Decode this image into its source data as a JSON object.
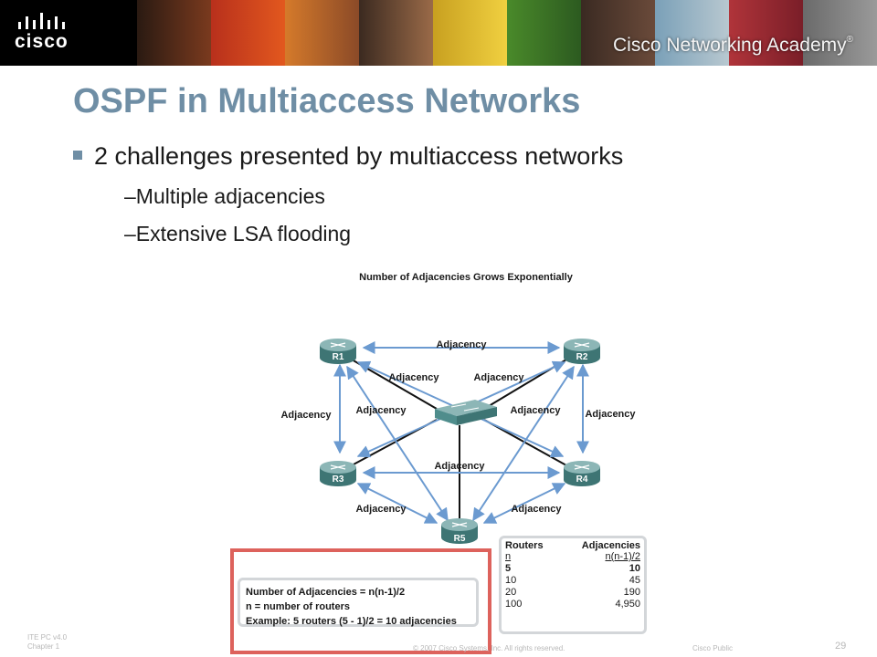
{
  "header": {
    "logo_text": "cisco",
    "academy_label": "Cisco Networking Academy",
    "trademark": "®"
  },
  "slide": {
    "title": "OSPF in Multiaccess Networks",
    "bullet": "2 challenges presented by multiaccess networks",
    "sub_bullets": [
      "–Multiple adjacencies",
      "–Extensive LSA flooding"
    ]
  },
  "diagram": {
    "title": "Number of Adjacencies Grows Exponentially",
    "edge_label": "Adjacency",
    "routers": [
      "R1",
      "R2",
      "R3",
      "R4",
      "R5"
    ]
  },
  "table": {
    "headers": [
      "Routers",
      "Adjacencies"
    ],
    "rows": [
      [
        "n",
        "n(n-1)/2"
      ],
      [
        "5",
        "10"
      ],
      [
        "10",
        "45"
      ],
      [
        "20",
        "190"
      ],
      [
        "100",
        "4,950"
      ]
    ]
  },
  "formula": {
    "line1": "Number of Adjacencies = n(n-1)/2",
    "line2": "n = number of routers",
    "line3": "Example: 5 routers (5 - 1)/2 = 10 adjacencies"
  },
  "footer": {
    "course": "ITE PC v4.0",
    "chapter": "Chapter 1",
    "copyright": "© 2007 Cisco Systems, Inc. All rights reserved.",
    "classification": "Cisco Public",
    "page_number": "29"
  },
  "colors": {
    "title": "#6f8ea5",
    "arrow": "#6b9ad0",
    "router": "#4f8d8c",
    "highlight": "#dd625c"
  }
}
